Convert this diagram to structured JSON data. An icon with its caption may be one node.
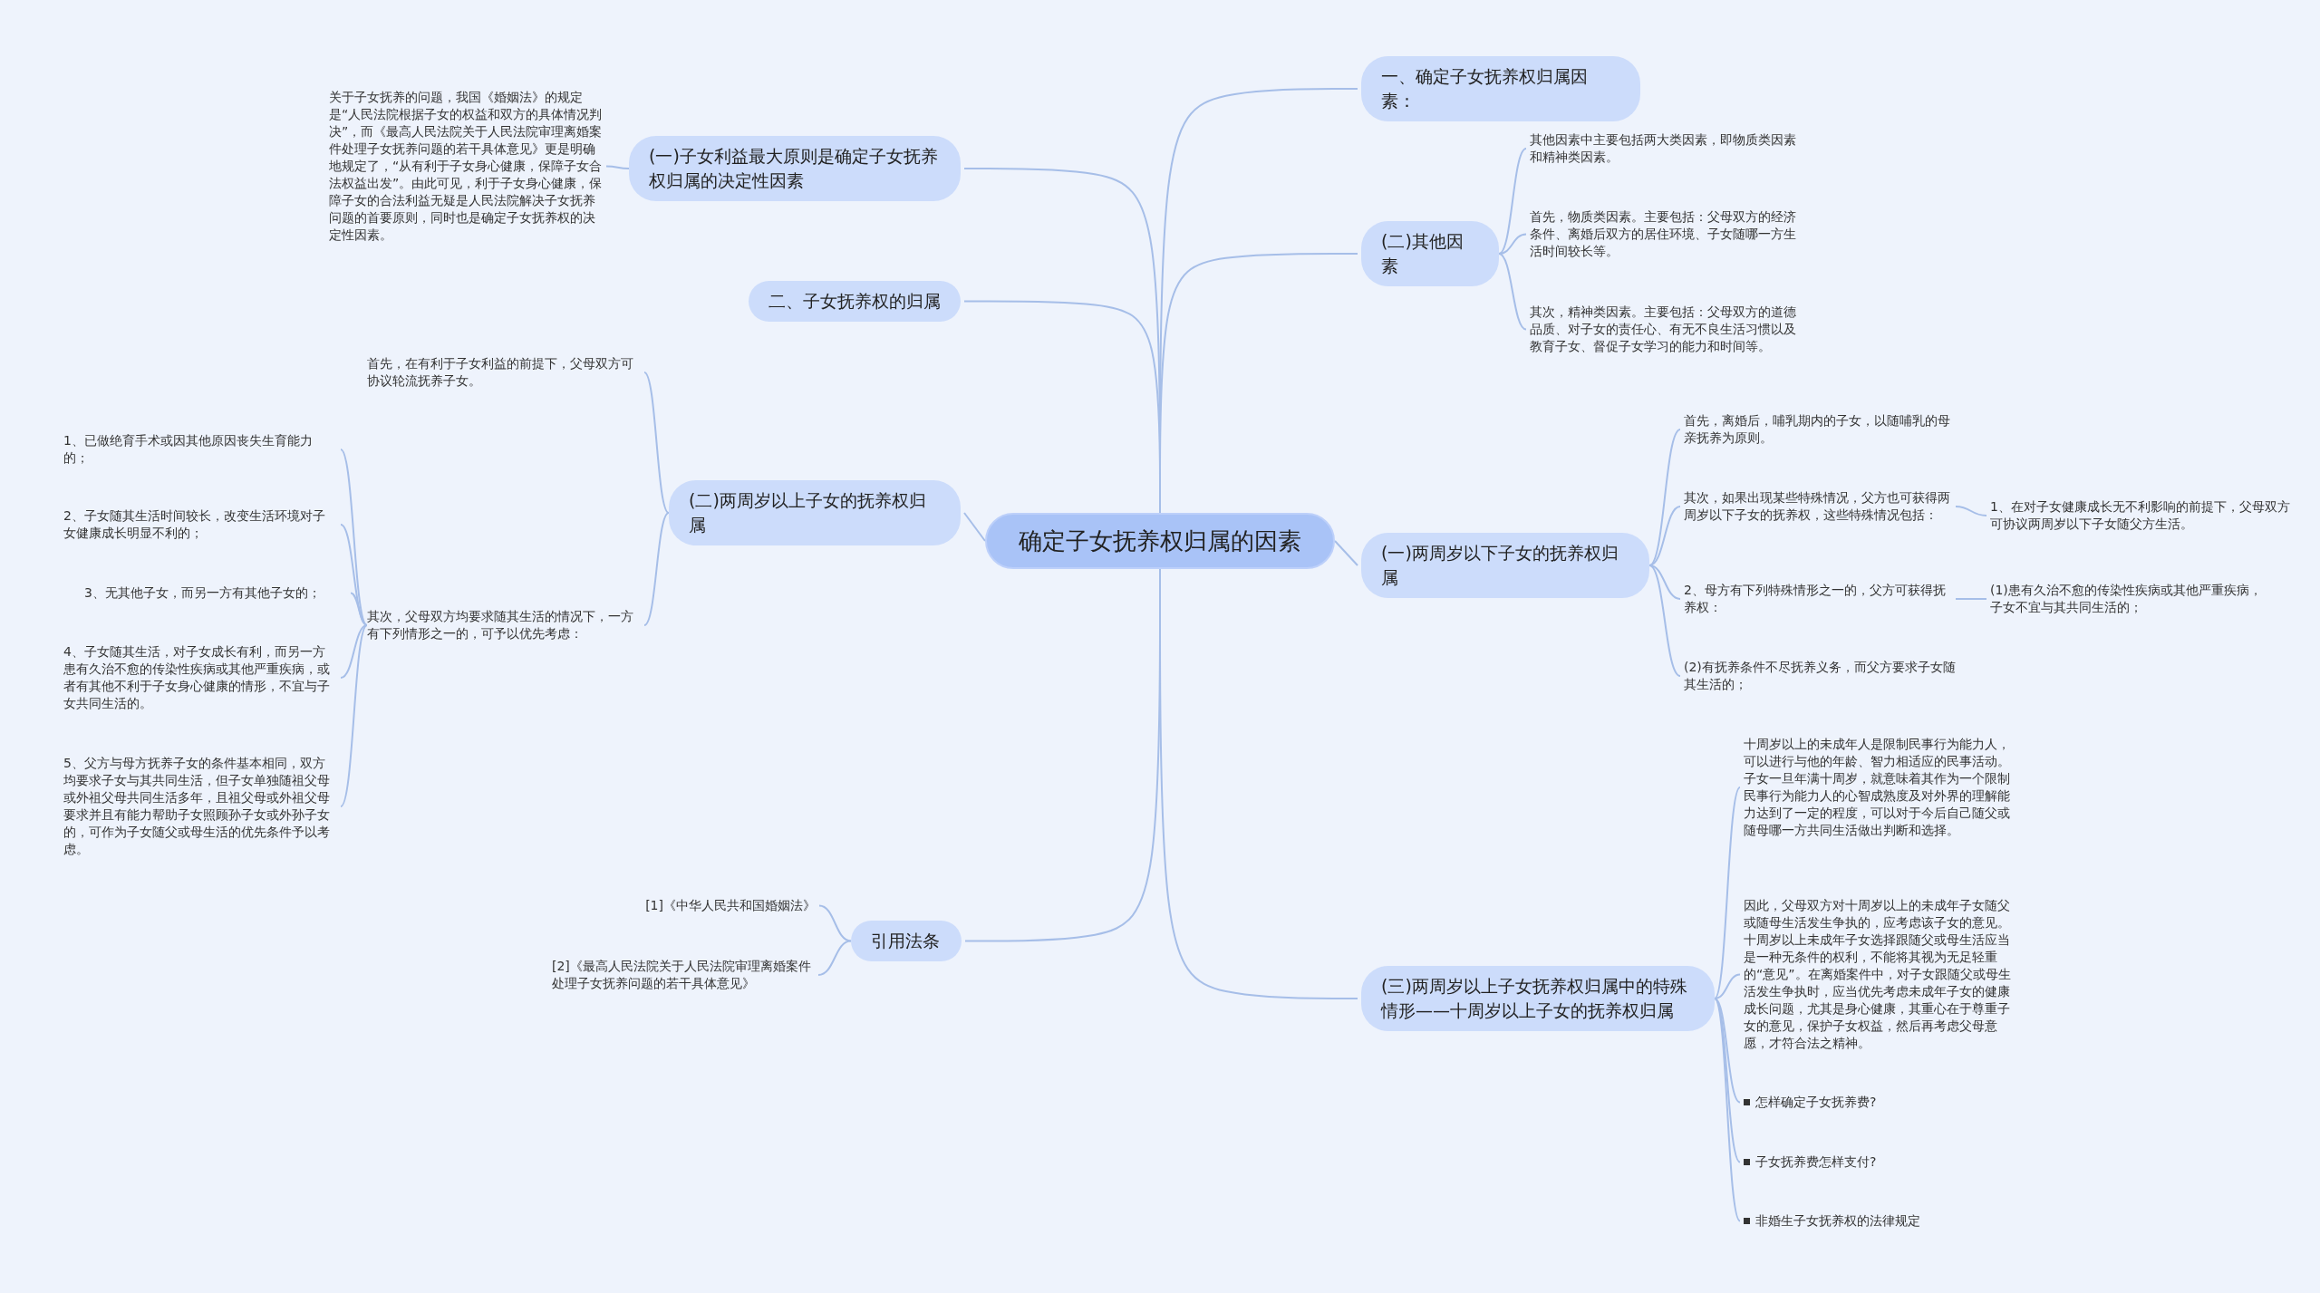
{
  "diagram": {
    "nodes": [
      {
        "text": [
          "确定子女抚养权归属的因素"
        ]
      },
      {
        "text": [
          "一、确定子女抚养权归属因素："
        ]
      },
      {
        "text": [
          "(二)其他因素"
        ]
      },
      {
        "text": [
          "其他因素中主要包括两大类因素，即物质类因素和精神类因素。"
        ]
      },
      {
        "text": [
          "首先，物质类因素。主要包括：父母双方的经济条件、离婚后双方的居住环境、子女随哪一方生活时间较长等。"
        ]
      },
      {
        "text": [
          "其次，精神类因素。主要包括：父母双方的道德品质、对子女的责任心、有无不良生活习惯以及教育子女、督促子女学习的能力和时间等。"
        ]
      },
      {
        "text": [
          "(一)两周岁以下子女的抚养权归属"
        ]
      },
      {
        "text": [
          "首先，离婚后，哺乳期内的子女，以随哺乳的母亲抚养为原则。"
        ]
      },
      {
        "text": [
          "其次，如果出现某些特殊情况，父方也可获得两周岁以下子女的抚养权，这些特殊情况包括："
        ]
      },
      {
        "text": [
          "1、在对子女健康成长无不利影响的前提下，父母双方可协议两周岁以下子女随父方生活。"
        ]
      },
      {
        "text": [
          "2、母方有下列特殊情形之一的，父方可获得抚养权："
        ]
      },
      {
        "text": [
          "(1)患有久治不愈的传染性疾病或其他严重疾病，子女不宜与其共同生活的；"
        ]
      },
      {
        "text": [
          "(2)有抚养条件不尽抚养义务，而父方要求子女随其生活的；"
        ]
      },
      {
        "text": [
          "(三)两周岁以上子女抚养权归属中的特殊情形——十周岁以上子女的抚养权归属"
        ]
      },
      {
        "text": [
          "十周岁以上的未成年人是限制民事行为能力人，可以进行与他的年龄、智力相适应的民事活动。子女一旦年满十周岁，就意味着其作为一个限制民事行为能力人的心智成熟度及对外界的理解能力达到了一定的程度，可以对于今后自己随父或随母哪一方共同生活做出判断和选择。"
        ]
      },
      {
        "text": [
          "因此，父母双方对十周岁以上的未成年子女随父或随母生活发生争执的，应考虑该子女的意见。十周岁以上未成年子女选择跟随父或母生活应当是一种无条件的权利，不能将其视为无足轻重的“意见”。在离婚案件中，对子女跟随父或母生活发生争执时，应当优先考虑未成年子女的健康成长问题，尤其是身心健康，其重心在于尊重子女的意见，保护子女权益，然后再考虑父母意愿，才符合法之精神。"
        ]
      },
      {
        "text": [
          "怎样确定子女抚养费?"
        ]
      },
      {
        "text": [
          "子女抚养费怎样支付?"
        ]
      },
      {
        "text": [
          "非婚生子女抚养权的法律规定"
        ]
      },
      {
        "text": [
          "(一)子女利益最大原则是确定子女抚养权归属的决定性因素"
        ]
      },
      {
        "text": [
          "关于子女抚养的问题，我国《婚姻法》的规定是“人民法院根据子女的权益和双方的具体情况判决”，而《最高人民法院关于人民法院审理离婚案件处理子女抚养问题的若干具体意见》更是明确地规定了，“从有利于子女身心健康，保障子女合法权益出发”。由此可见，利于子女身心健康，保障子女的合法利益无疑是人民法院解决子女抚养问题的首要原则，同时也是确定子女抚养权的决定性因素。"
        ]
      },
      {
        "text": [
          "二、子女抚养权的归属"
        ]
      },
      {
        "text": [
          "(二)两周岁以上子女的抚养权归属"
        ]
      },
      {
        "text": [
          "首先，在有利于子女利益的前提下，父母双方可协议轮流抚养子女。"
        ]
      },
      {
        "text": [
          "其次，父母双方均要求随其生活的情况下，一方有下列情形之一的，可予以优先考虑："
        ]
      },
      {
        "text": [
          "1、已做绝育手术或因其他原因丧失生育能力的；"
        ]
      },
      {
        "text": [
          "2、子女随其生活时间较长，改变生活环境对子女健康成长明显不利的；"
        ]
      },
      {
        "text": [
          "3、无其他子女，而另一方有其他子女的；"
        ]
      },
      {
        "text": [
          "4、子女随其生活，对子女成长有利，而另一方患有久治不愈的传染性疾病或其他严重疾病，或者有其他不利于子女身心健康的情形，不宜与子女共同生活的。"
        ]
      },
      {
        "text": [
          "5、父方与母方抚养子女的条件基本相同，双方均要求子女与其共同生活，但子女单独随祖父母或外祖父母共同生活多年，且祖父母或外祖父母要求并且有能力帮助子女照顾孙子女或外孙子女的，可作为子女随父或母生活的优先条件予以考虑。"
        ]
      },
      {
        "text": [
          "引用法条"
        ]
      },
      {
        "text": [
          "[1]《中华人民共和国婚姻法》"
        ]
      },
      {
        "text": [
          "[2]《最高人民法院关于人民法院审理离婚案件处理子女抚养问题的若干具体意见》"
        ]
      }
    ],
    "edges": [
      {
        "from": 0,
        "to": 1,
        "arrow": "none"
      },
      {
        "from": 0,
        "to": 2,
        "arrow": "none"
      },
      {
        "from": 2,
        "to": 3,
        "arrow": "none"
      },
      {
        "from": 2,
        "to": 4,
        "arrow": "none"
      },
      {
        "from": 2,
        "to": 5,
        "arrow": "none"
      },
      {
        "from": 0,
        "to": 6,
        "arrow": "none"
      },
      {
        "from": 6,
        "to": 7,
        "arrow": "none"
      },
      {
        "from": 6,
        "to": 8,
        "arrow": "none"
      },
      {
        "from": 8,
        "to": 9,
        "arrow": "none"
      },
      {
        "from": 6,
        "to": 10,
        "arrow": "none"
      },
      {
        "from": 10,
        "to": 11,
        "arrow": "none"
      },
      {
        "from": 6,
        "to": 12,
        "arrow": "none"
      },
      {
        "from": 0,
        "to": 13,
        "arrow": "none"
      },
      {
        "from": 13,
        "to": 14,
        "arrow": "none"
      },
      {
        "from": 13,
        "to": 15,
        "arrow": "none"
      },
      {
        "from": 13,
        "to": 16,
        "arrow": "none"
      },
      {
        "from": 13,
        "to": 17,
        "arrow": "none"
      },
      {
        "from": 13,
        "to": 18,
        "arrow": "none"
      },
      {
        "from": 0,
        "to": 19,
        "arrow": "none"
      },
      {
        "from": 19,
        "to": 20,
        "arrow": "none"
      },
      {
        "from": 0,
        "to": 21,
        "arrow": "none"
      },
      {
        "from": 0,
        "to": 22,
        "arrow": "none"
      },
      {
        "from": 22,
        "to": 23,
        "arrow": "none"
      },
      {
        "from": 22,
        "to": 24,
        "arrow": "none"
      },
      {
        "from": 24,
        "to": 25,
        "arrow": "none"
      },
      {
        "from": 24,
        "to": 26,
        "arrow": "none"
      },
      {
        "from": 24,
        "to": 27,
        "arrow": "none"
      },
      {
        "from": 24,
        "to": 28,
        "arrow": "none"
      },
      {
        "from": 24,
        "to": 29,
        "arrow": "none"
      },
      {
        "from": 0,
        "to": 30,
        "arrow": "none"
      },
      {
        "from": 30,
        "to": 31,
        "arrow": "none"
      },
      {
        "from": 30,
        "to": 32,
        "arrow": "none"
      }
    ]
  }
}
